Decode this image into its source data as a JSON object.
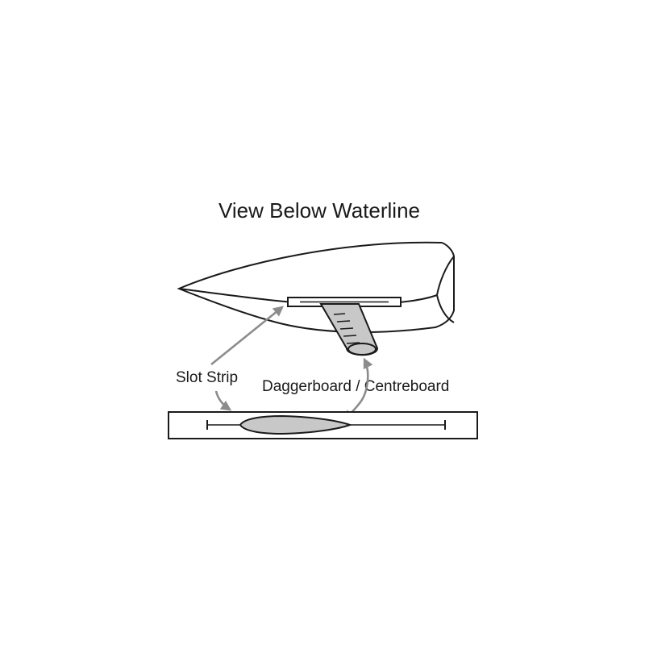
{
  "title": "View Below Waterline",
  "labels": {
    "slot_strip": "Slot Strip",
    "daggerboard": "Daggerboard / Centreboard"
  },
  "colors": {
    "outline": "#1a1a1a",
    "board_fill": "#c8c8c8",
    "arrow": "#8c8c8c",
    "background": "#ffffff"
  }
}
